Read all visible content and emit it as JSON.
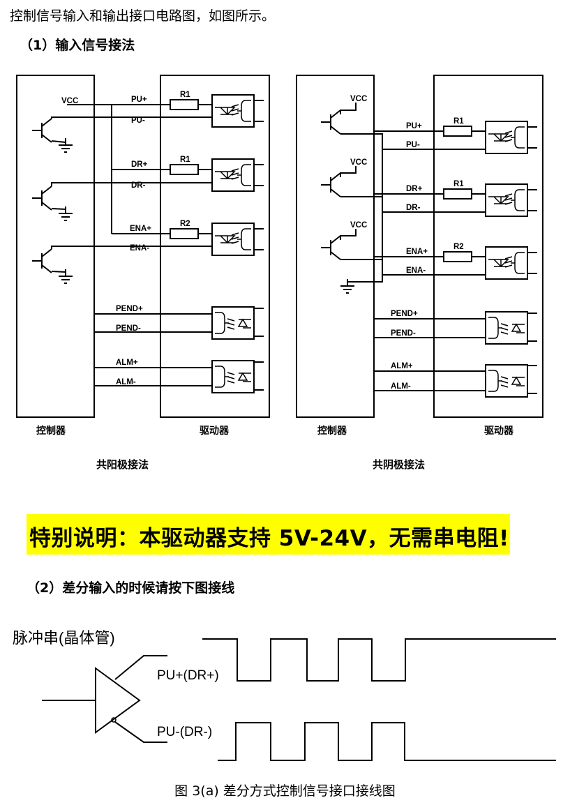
{
  "intro": "控制信号输入和输出接口电路图，如图所示。",
  "section1_title": "（1）输入信号接法",
  "common_anode": {
    "supply": "VCC",
    "inputs": [
      "PU+",
      "PU-",
      "DR+",
      "DR-",
      "ENA+",
      "ENA-"
    ],
    "resistors": [
      "R1",
      "R1",
      "R2"
    ],
    "outputs": [
      "PEND+",
      "PEND-",
      "ALM+",
      "ALM-"
    ],
    "controller_label": "控制器",
    "driver_label": "驱动器",
    "caption": "共阳极接法"
  },
  "common_cathode": {
    "supplies": [
      "VCC",
      "VCC",
      "VCC"
    ],
    "inputs": [
      "PU+",
      "PU-",
      "DR+",
      "DR-",
      "ENA+",
      "ENA-"
    ],
    "resistors": [
      "R1",
      "R1",
      "R2"
    ],
    "outputs": [
      "PEND+",
      "PEND-",
      "ALM+",
      "ALM-"
    ],
    "controller_label": "控制器",
    "driver_label": "驱动器",
    "caption": "共阴极接法"
  },
  "special_note": "特别说明：本驱动器支持 5V-24V，无需串电阻!",
  "section2_title": "（2）差分输入的时候请按下图接线",
  "differential": {
    "source_label": "脉冲串(晶体管)",
    "plus_label": "PU+(DR+)",
    "minus_label": "PU-(DR-)"
  },
  "figure_caption": "图 3(a)  差分方式控制信号接口接线图"
}
